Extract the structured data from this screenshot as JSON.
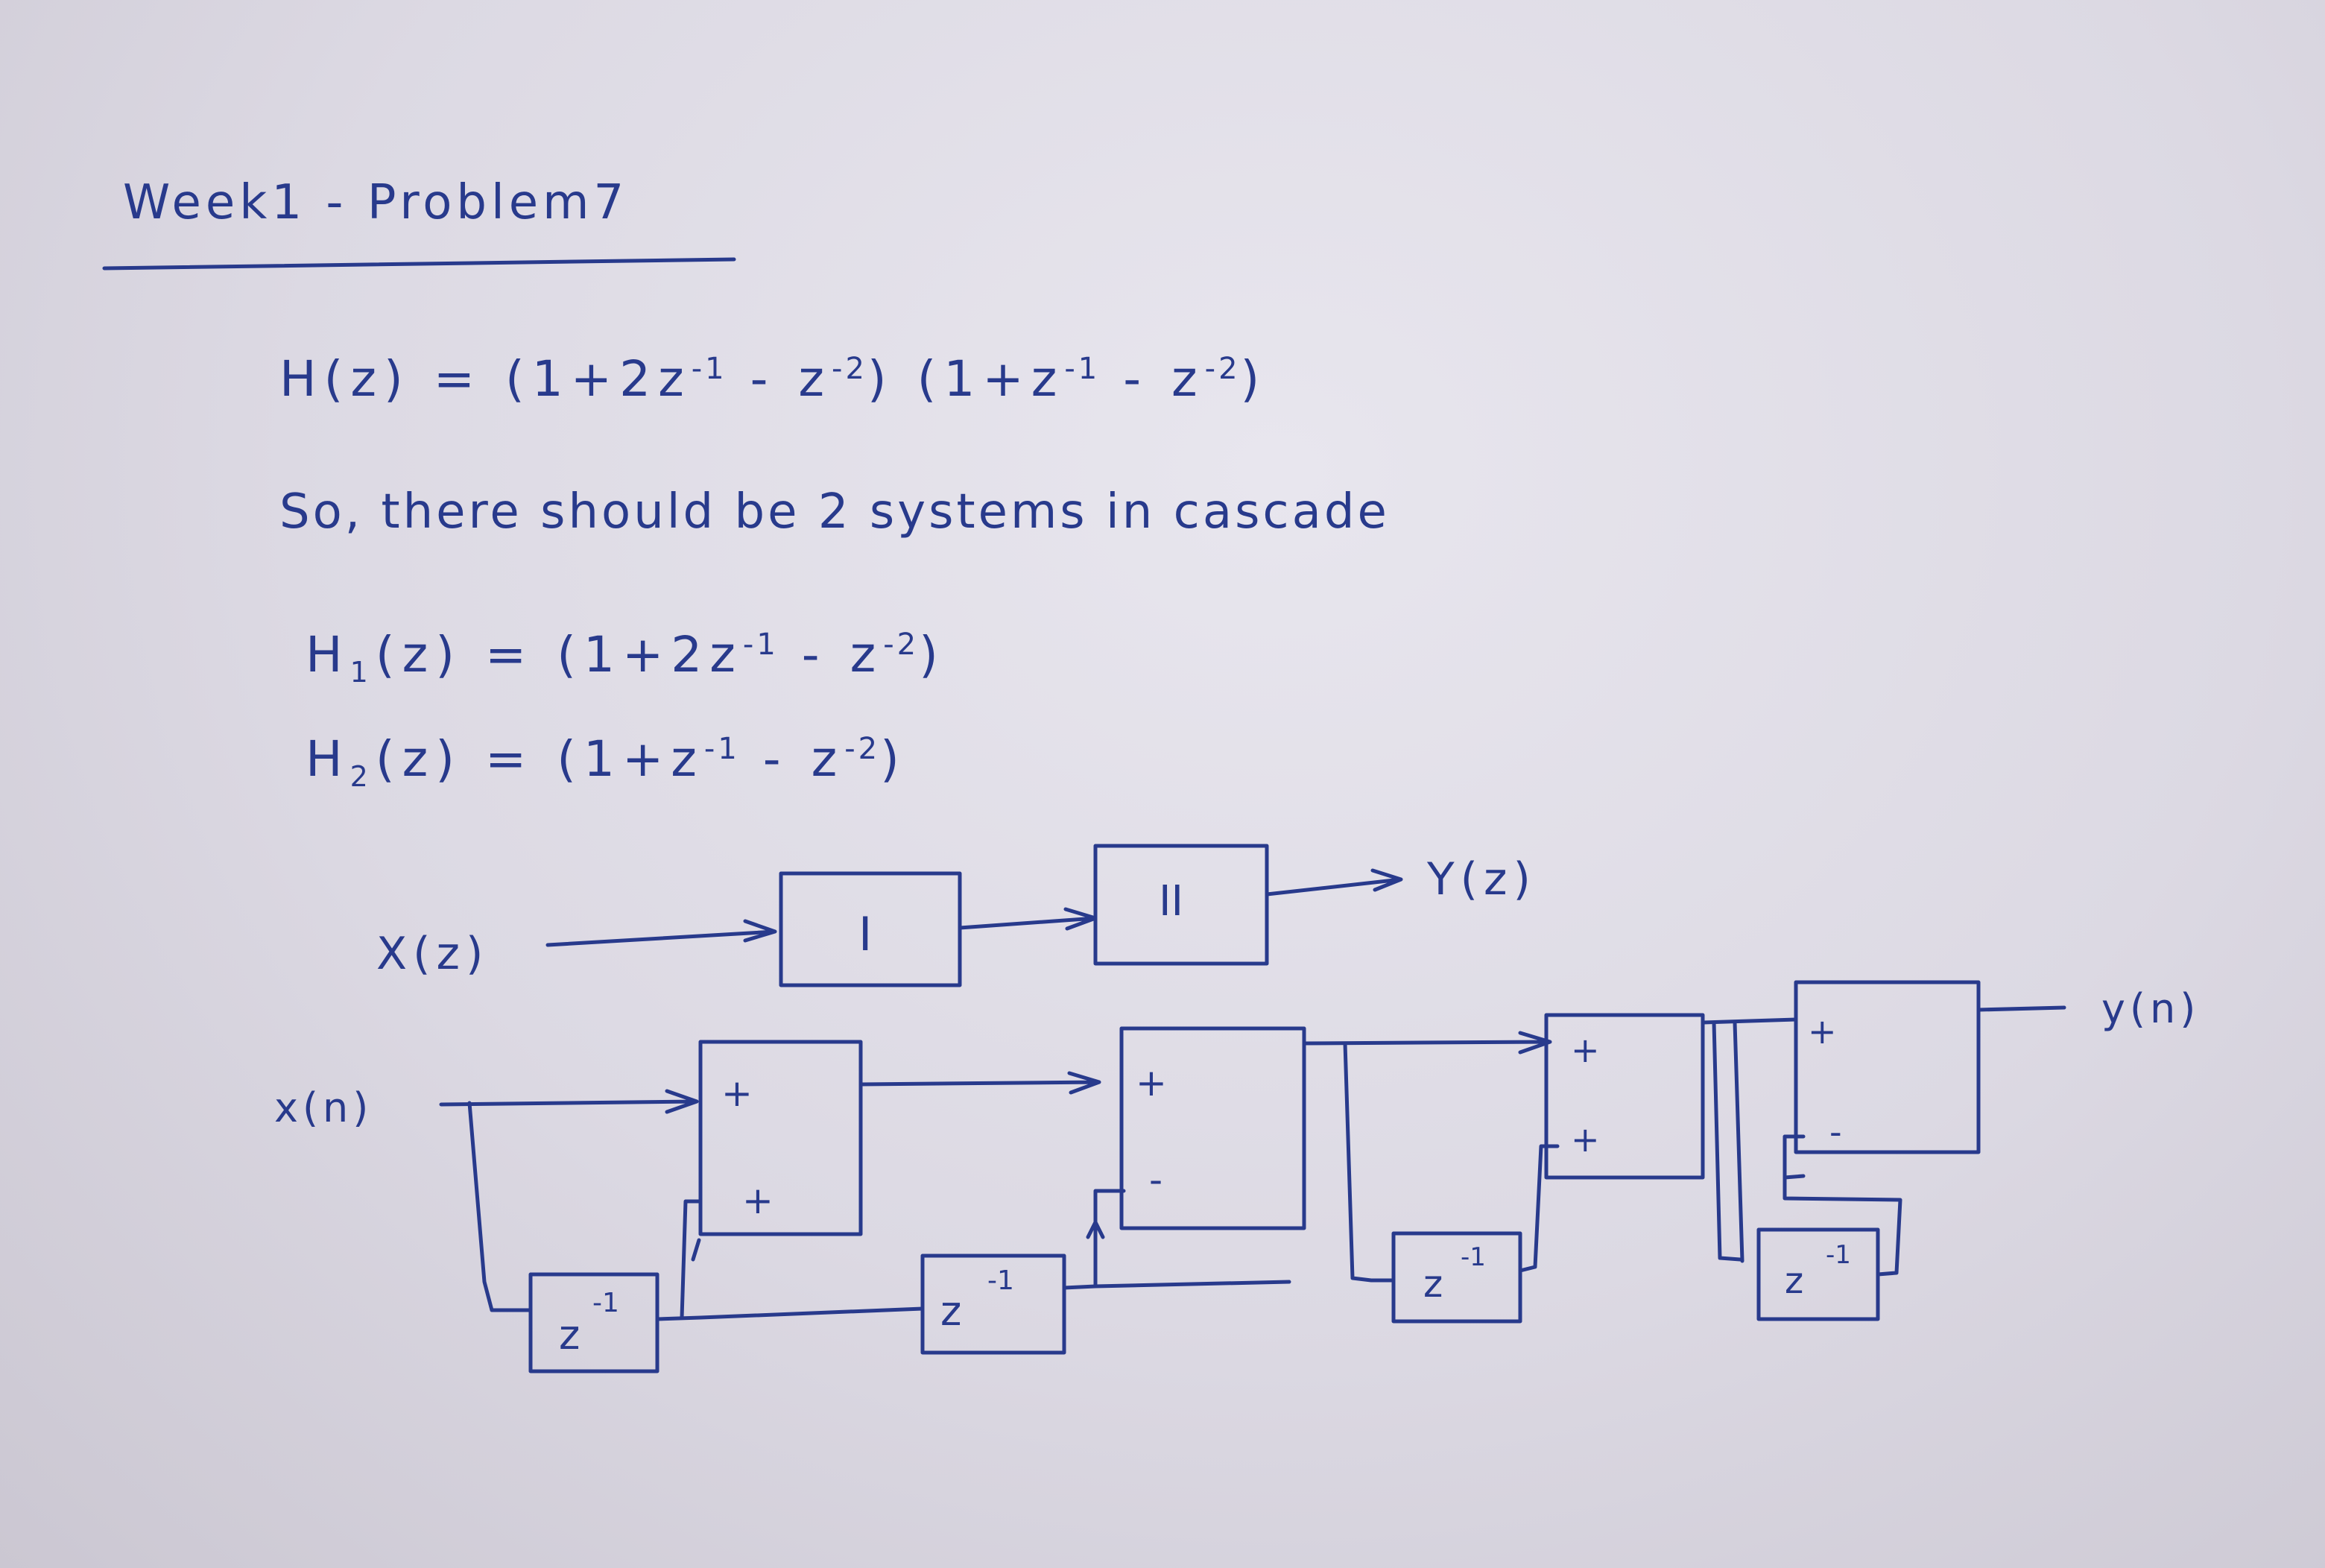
{
  "title": "Week1 - Problem7",
  "equations": {
    "h": {
      "lhs": "H(z) = ",
      "p1": "(1+2z",
      "e1": "-1",
      "p2": " - z",
      "e2": "-2",
      "p3": ") (1+z",
      "e3": "-1",
      "p4": " - z",
      "e4": "-2",
      "p5": ")"
    },
    "h1": {
      "lhs": "H",
      "sub": "1",
      "rest": "(z) = (1+2z",
      "e1": "-1",
      "p2": " - z",
      "e2": "-2",
      "p3": ")"
    },
    "h2": {
      "lhs": "H",
      "sub": "2",
      "rest": "(z) = (1+z",
      "e1": "-1",
      "p2": " - z",
      "e2": "-2",
      "p3": ")"
    }
  },
  "statement": "So, there should be 2 systems in cascade",
  "block_diagram": {
    "input": "X(z)",
    "output": "Y(z)",
    "block1": "I",
    "block2": "II"
  },
  "realization": {
    "input": "x(n)",
    "output": "y(n)",
    "delay_label": "z",
    "delay_exp": "-1",
    "plus": "+",
    "minus": "-"
  },
  "colors": {
    "ink": "#283a8c",
    "paper": "#e3e1ea"
  }
}
